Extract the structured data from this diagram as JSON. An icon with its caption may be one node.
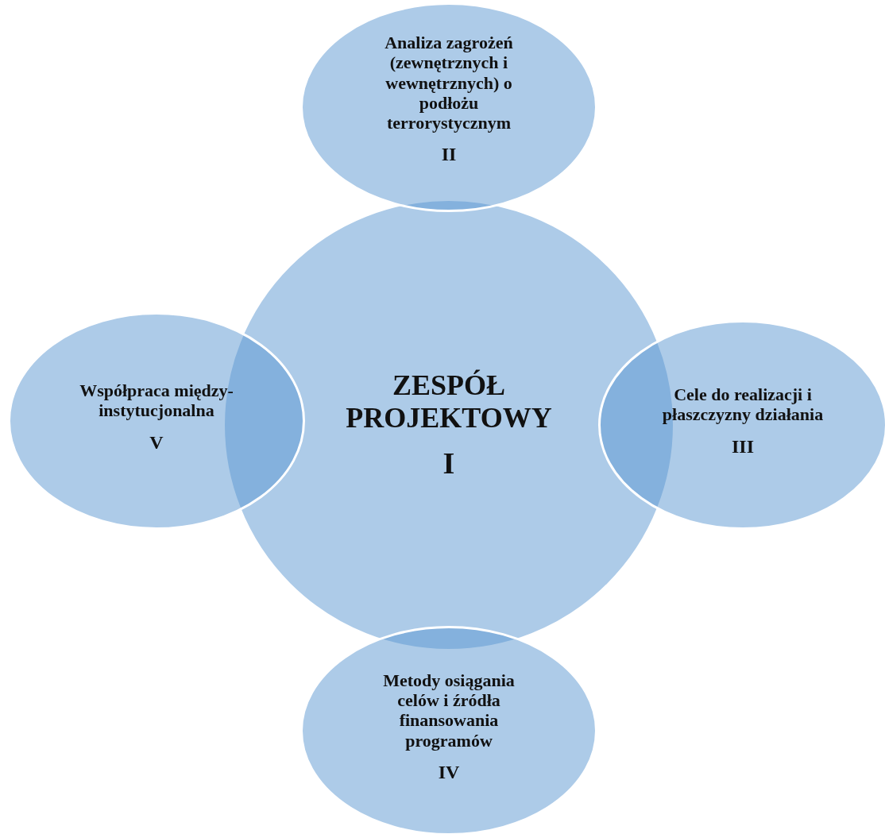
{
  "diagram": {
    "nodes": [
      {
        "text": [
          "ZESPÓŁ PROJEKTOWY",
          "I"
        ]
      },
      {
        "text": [
          "Analiza zagrożeń (zewnętrznych i wewnętrznych) o podłożu terrorystycznym",
          "II"
        ]
      },
      {
        "text": [
          "Cele do realizacji i płaszczyzny działania",
          "III"
        ]
      },
      {
        "text": [
          "Metody osiągania celów i źródła finansowania programów",
          "IV"
        ]
      },
      {
        "text": [
          "Współpraca między- instytucjonalna",
          "V"
        ]
      }
    ]
  }
}
